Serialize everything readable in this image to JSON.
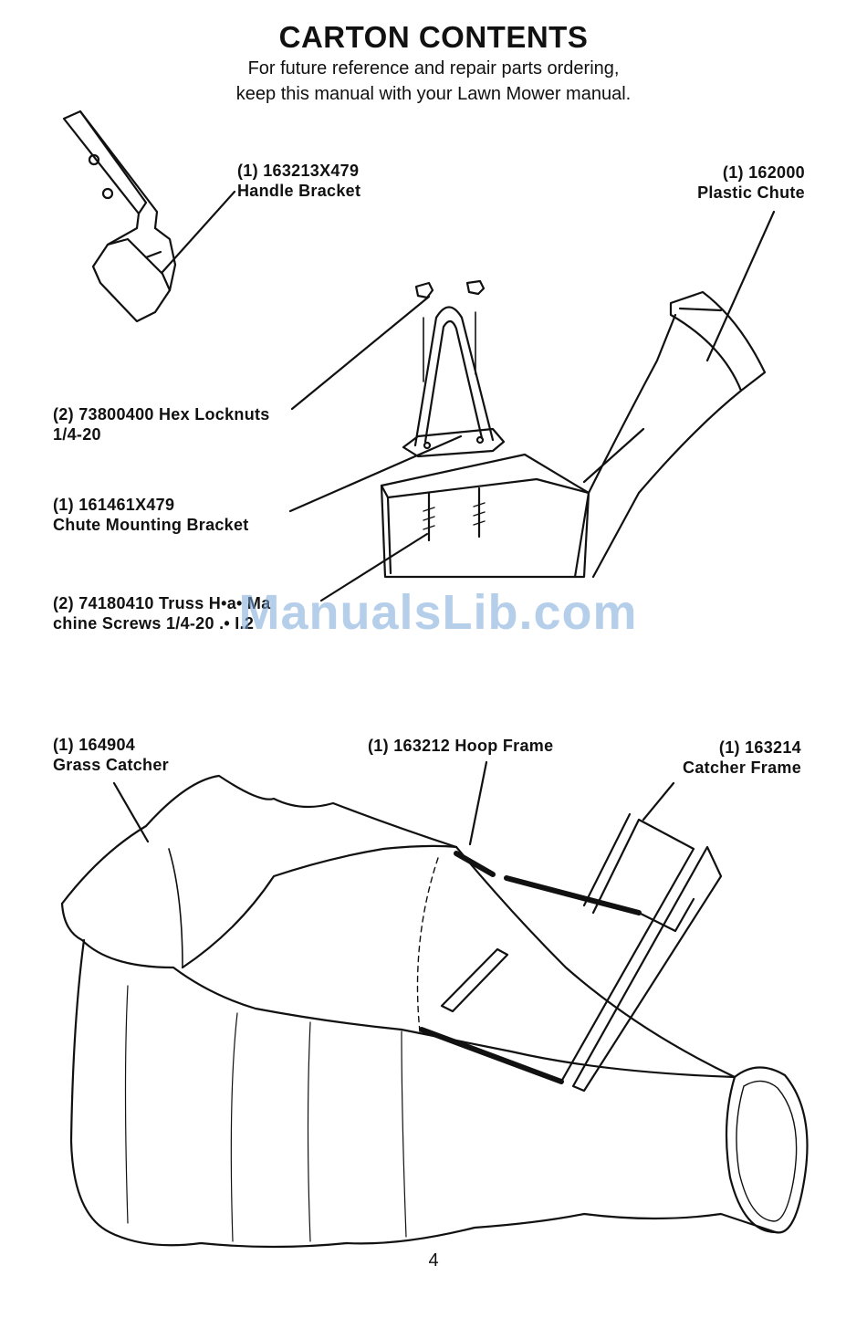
{
  "page": {
    "title": "CARTON CONTENTS",
    "subtitle_line1": "For future reference and repair parts ordering,",
    "subtitle_line2": "keep this manual with your Lawn Mower manual.",
    "page_number": "4",
    "watermark": "ManualsLib.com"
  },
  "parts": {
    "handle_bracket": {
      "qty_number": "(1) 163213X479",
      "name": "Handle Bracket"
    },
    "plastic_chute": {
      "qty_number": "(1) 162000",
      "name": "Plastic Chute"
    },
    "hex_locknuts": {
      "qty_number": "(2) 73800400 Hex Locknuts",
      "name": "1/4-20"
    },
    "chute_mounting_bracket": {
      "qty_number": "(1) 161461X479",
      "name": "Chute Mounting Bracket"
    },
    "truss_screws": {
      "line1": "(2) 74180410  Truss H•a• Ma",
      "line2": "chine Screws  1/4-20 .• I.2"
    },
    "grass_catcher": {
      "qty_number": "(1) 164904",
      "name": "Grass Catcher"
    },
    "hoop_frame": {
      "qty_number": "(1) 163212  Hoop Frame"
    },
    "catcher_frame": {
      "qty_number": "(1) 163214",
      "name": "Catcher Frame"
    }
  }
}
